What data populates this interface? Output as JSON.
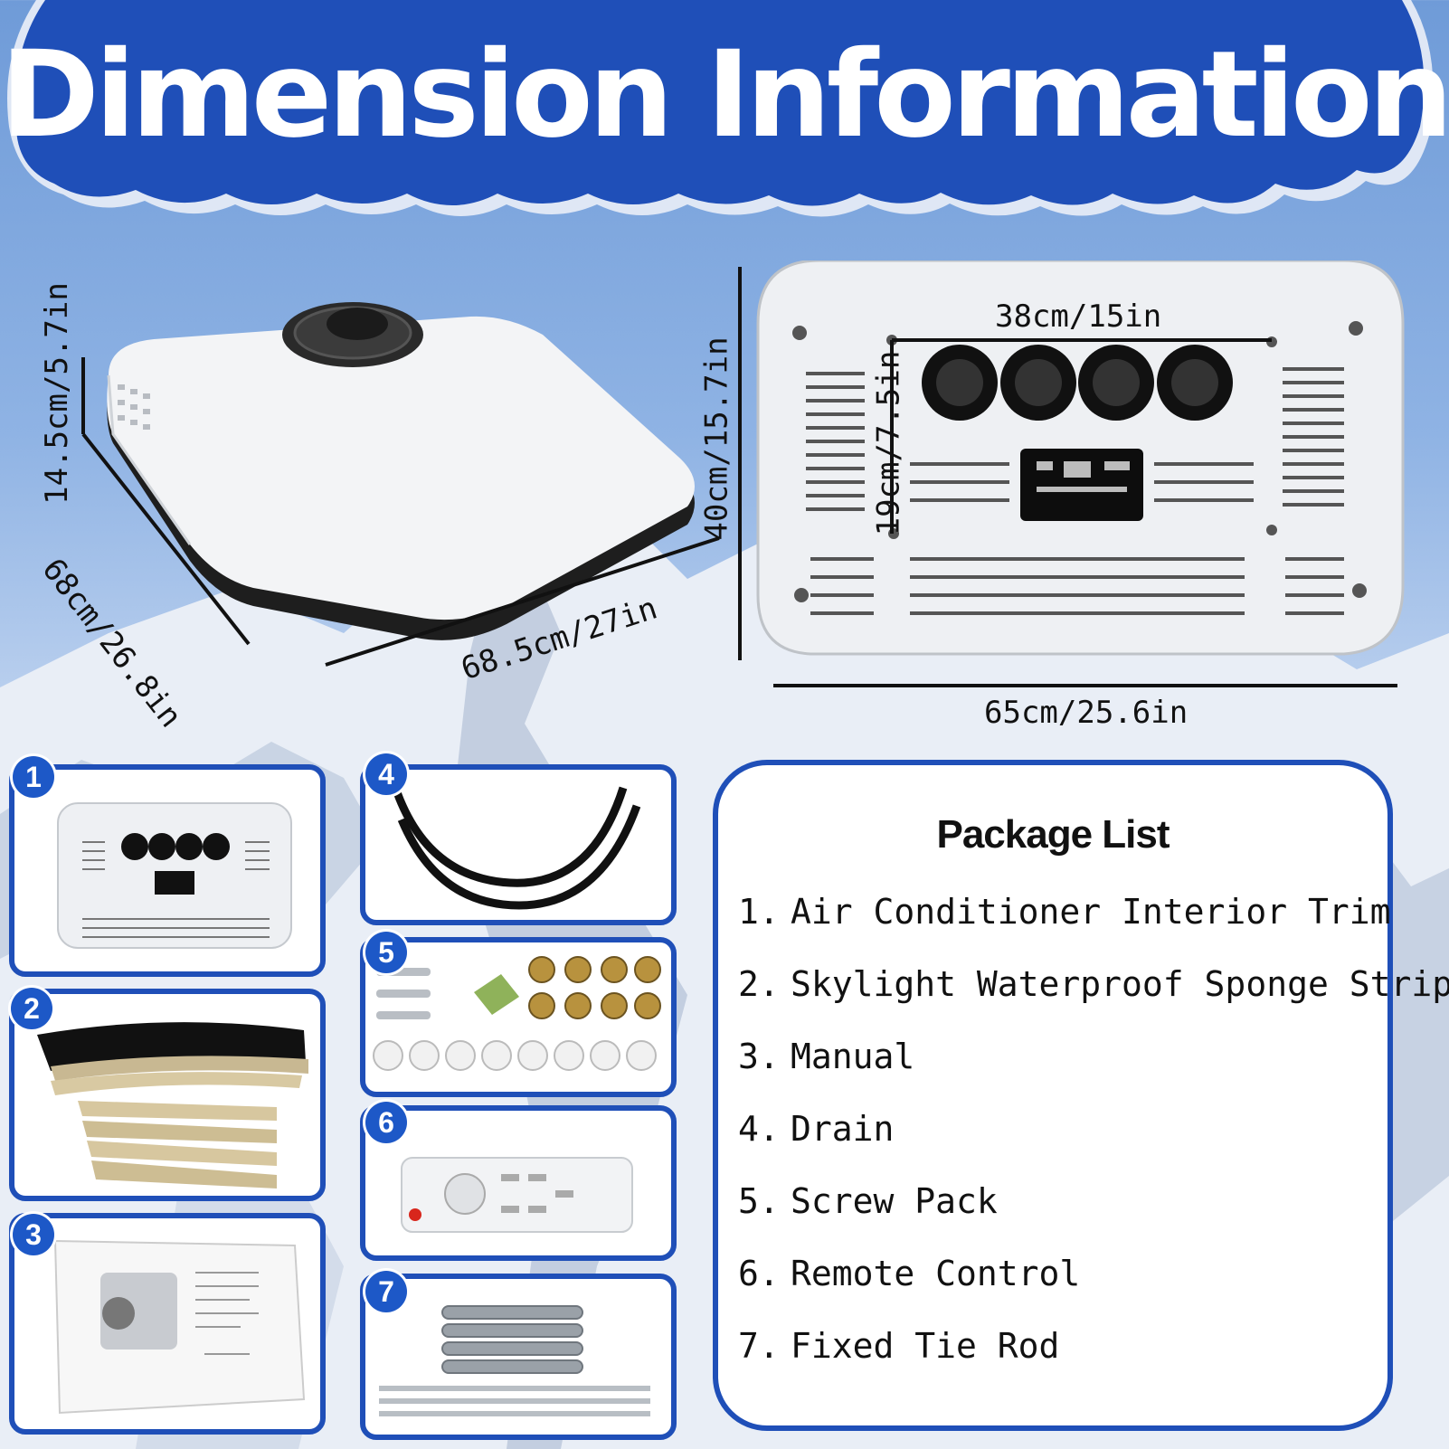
{
  "banner": {
    "title": "Dimension Information"
  },
  "dimensions": {
    "unit_height": "14.5cm/5.7in",
    "unit_depth": "68cm/26.8in",
    "unit_width": "68.5cm/27in",
    "trim_height": "40cm/15.7in",
    "trim_width": "65cm/25.6in",
    "vents_width": "38cm/15in",
    "vents_height": "19cm/7.5in"
  },
  "panels": [
    {
      "number": "1",
      "item": "interior-trim"
    },
    {
      "number": "2",
      "item": "sponge-strip"
    },
    {
      "number": "3",
      "item": "manual"
    },
    {
      "number": "4",
      "item": "drain"
    },
    {
      "number": "5",
      "item": "screw-pack"
    },
    {
      "number": "6",
      "item": "remote-control"
    },
    {
      "number": "7",
      "item": "tie-rod"
    }
  ],
  "package": {
    "title": "Package List",
    "items": [
      {
        "n": "1.",
        "label": "Air Conditioner Interior Trim"
      },
      {
        "n": "2.",
        "label": "Skylight Waterproof Sponge Strip"
      },
      {
        "n": "3.",
        "label": "Manual"
      },
      {
        "n": "4.",
        "label": "Drain"
      },
      {
        "n": "5.",
        "label": "Screw Pack"
      },
      {
        "n": "6.",
        "label": "Remote Control"
      },
      {
        "n": "7.",
        "label": "Fixed Tie Rod"
      }
    ]
  },
  "colors": {
    "brand_blue": "#1f4fb8",
    "badge_blue": "#1d58c7"
  }
}
